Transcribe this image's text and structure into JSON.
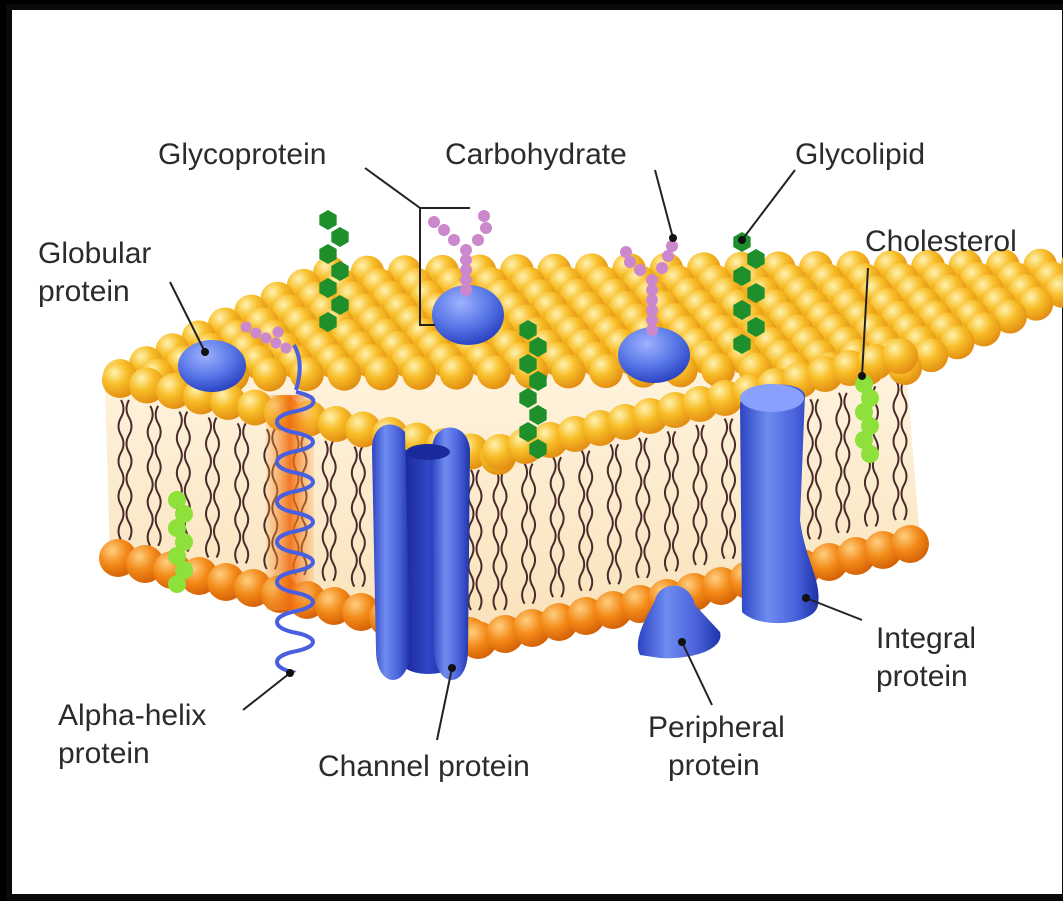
{
  "labels": {
    "glycoprotein": "Glycoprotein",
    "carbohydrate": "Carbohydrate",
    "glycolipid": "Glycolipid",
    "cholesterol": "Cholesterol",
    "globular_1": "Globular",
    "globular_2": "protein",
    "alpha_1": "Alpha-helix",
    "alpha_2": "protein",
    "channel": "Channel protein",
    "peripheral_1": "Peripheral",
    "peripheral_2": "protein",
    "integral_1": "Integral",
    "integral_2": "protein"
  },
  "colors": {
    "background": "#ffffff",
    "frame": "#0a0a0a",
    "phospholipid_head_top": "#f6b21c",
    "phospholipid_head_bottom": "#f07f14",
    "protein": "#4f6fe0",
    "protein_dark": "#2136b4",
    "carbohydrate_chain": "#cc88cc",
    "glycolipid_chain": "#1f8f2c",
    "cholesterol": "#8ee03a",
    "label_text": "#2b2b2b"
  },
  "icons": {
    "lipid_head": "sphere",
    "lipid_tail": "wavy-line"
  }
}
